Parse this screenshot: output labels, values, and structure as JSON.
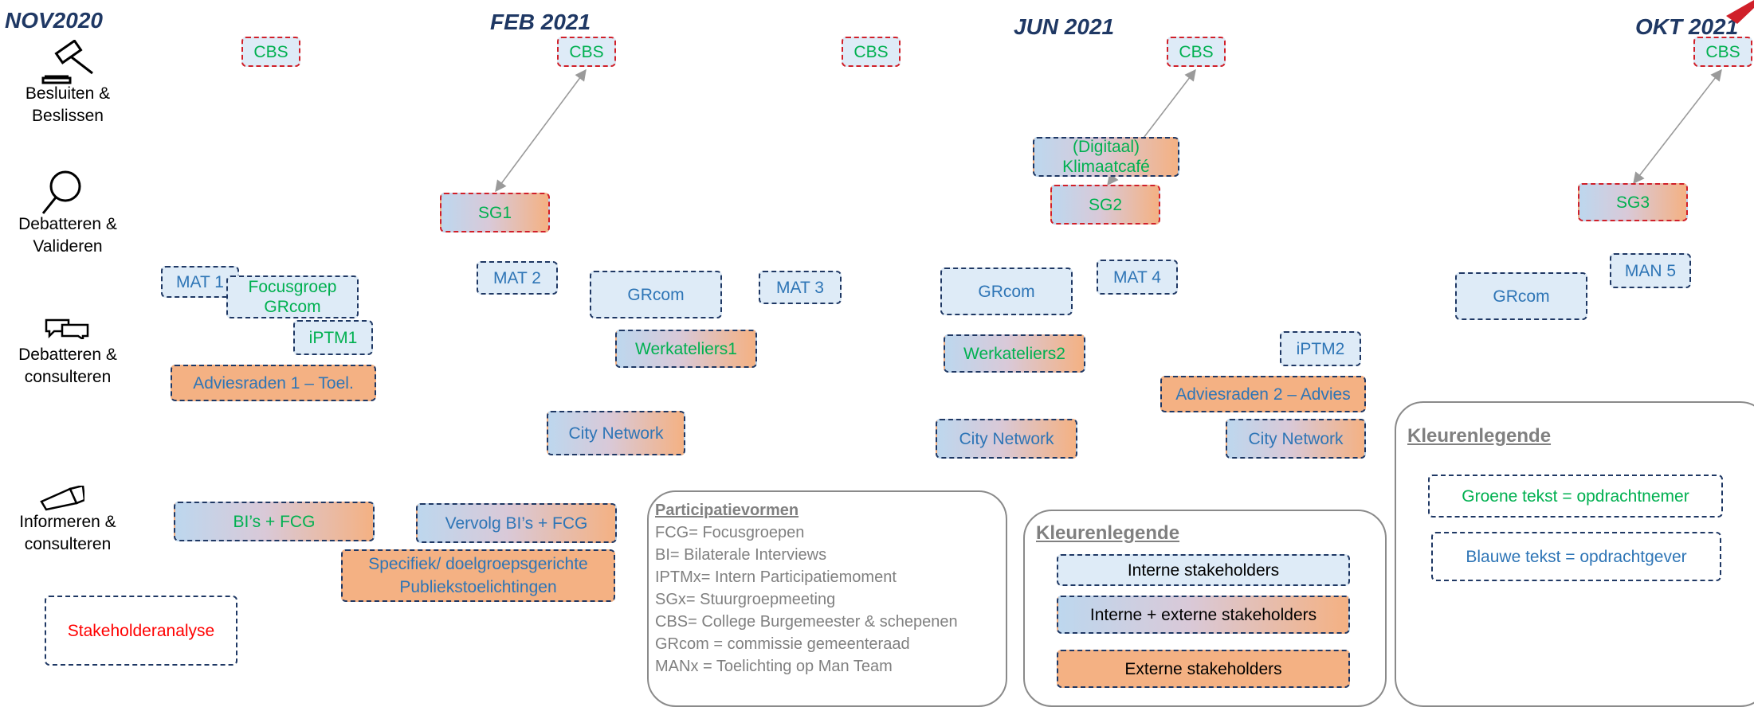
{
  "months": [
    "NOV2020",
    "FEB 2021",
    "JUN 2021",
    "OKT 2021"
  ],
  "rows": [
    {
      "label": "Besluiten & Beslissen",
      "icon": "gavel-icon"
    },
    {
      "label": "Debatteren & Valideren",
      "icon": "magnifier-icon"
    },
    {
      "label": "Debatteren & consulteren",
      "icon": "speech-bubbles-icon"
    },
    {
      "label": "Informeren & consulteren",
      "icon": "megaphone-icon"
    }
  ],
  "boxes": {
    "cbs": "CBS",
    "sg1": "SG1",
    "sg2": "SG2",
    "sg3": "SG3",
    "klimaatcafe_line1": "(Digitaal)",
    "klimaatcafe_line2": "Klimaatcafé",
    "mat1": "MAT 1",
    "focusgroep_line1": "Focusgroep",
    "focusgroep_line2": "GRcom",
    "iptm1": "iPTM1",
    "adviesraden1": "Adviesraden 1 – Toel.",
    "mat2": "MAT 2",
    "grcom": "GRcom",
    "mat3": "MAT 3",
    "werkateliers1": "Werkateliers1",
    "city_network": "City Network",
    "werkateliers2": "Werkateliers2",
    "mat4": "MAT 4",
    "iptm2": "iPTM2",
    "adviesraden2": "Adviesraden 2 – Advies",
    "man5": "MAN 5",
    "bis_fcg": "BI’s + FCG",
    "vervolg_bis_fcg": "Vervolg BI’s + FCG",
    "specifiek_line1": "Specifiek/ doelgroepsgerichte",
    "specifiek_line2": "Publiekstoelichtingen",
    "stakeholderanalyse": "Stakeholderanalyse"
  },
  "participatievormen": {
    "title": "Participatievormen",
    "items": [
      "FCG= Focusgroepen",
      "BI= Bilaterale Interviews",
      "IPTMx= Intern Participatiemoment",
      "SGx= Stuurgroepmeeting",
      "CBS= College Burgemeester & schepenen",
      "GRcom = commissie gemeenteraad",
      "MANx = Toelichting op Man Team"
    ]
  },
  "legend_fill": {
    "title": "Kleurenlegende",
    "internal": "Interne stakeholders",
    "mixed": "Interne + externe stakeholders",
    "external": "Externe stakeholders"
  },
  "legend_text": {
    "title": "Kleurenlegende",
    "green": "Groene tekst = opdrachtnemer",
    "blue": "Blauwe tekst = opdrachtgever"
  },
  "colors": {
    "month": "#1f3864",
    "blue_text": "#2e75b6",
    "green_text": "#00b050",
    "red_text": "#ff0000",
    "light_fill": "#deebf7",
    "orange_fill": "#f4b183",
    "dashed_border": "#1f3864",
    "cbs_border": "#d0202a",
    "grey_text": "#808080"
  }
}
